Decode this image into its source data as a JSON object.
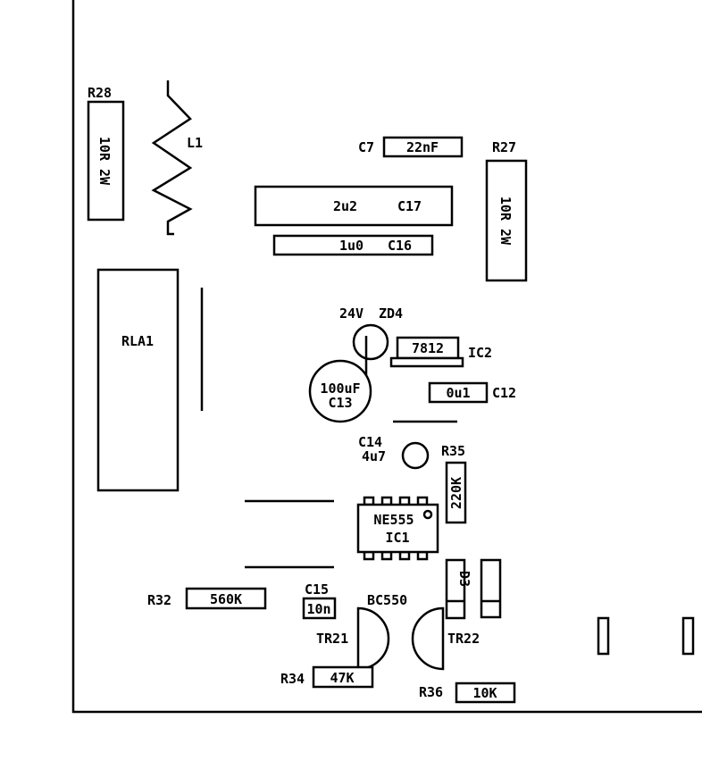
{
  "r28": {
    "ref": "R28",
    "value": "10R 2W"
  },
  "r27": {
    "ref": "R27",
    "value": "10R 2W"
  },
  "l1": {
    "ref": "L1"
  },
  "c7": {
    "ref": "C7",
    "value": "22nF"
  },
  "c17": {
    "ref": "C17",
    "value": "2u2"
  },
  "c16": {
    "ref": "C16",
    "value": "1u0"
  },
  "rla1": {
    "ref": "RLA1"
  },
  "zd4": {
    "value": "24V",
    "ref": "ZD4"
  },
  "ic2": {
    "ref": "IC2",
    "value": "7812"
  },
  "c13": {
    "value": "100uF",
    "ref": "C13"
  },
  "c12": {
    "ref": "C12",
    "value": "0u1"
  },
  "c14": {
    "ref": "C14",
    "value": "4u7"
  },
  "r35": {
    "ref": "R35",
    "value": "220K"
  },
  "ic1": {
    "value": "NE555",
    "ref": "IC1"
  },
  "d3": {
    "ref": "D3"
  },
  "r32": {
    "ref": "R32",
    "value": "560K"
  },
  "c15": {
    "ref": "C15",
    "value": "10n"
  },
  "transistors": {
    "type": "BC550",
    "tr21": "TR21",
    "tr22": "TR22"
  },
  "r34": {
    "ref": "R34",
    "value": "47K"
  },
  "r36": {
    "ref": "R36",
    "value": "10K"
  }
}
